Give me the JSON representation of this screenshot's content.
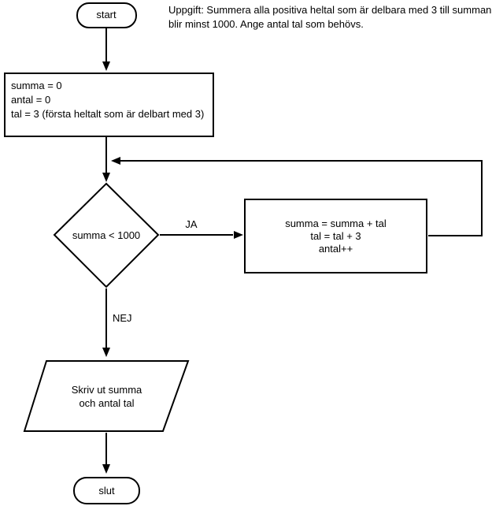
{
  "task_note": {
    "line1": "Uppgift: Summera alla positiva heltal som är delbara med 3 till summan",
    "line2": "blir minst 1000. Ange antal tal som behövs."
  },
  "flowchart": {
    "start": {
      "label": "start"
    },
    "init": {
      "line1": "summa = 0",
      "line2": "antal = 0",
      "line3": "tal = 3 (första heltalt som är delbart med 3)"
    },
    "decision": {
      "condition": "summa < 1000",
      "yes_label": "JA",
      "no_label": "NEJ"
    },
    "loop_body": {
      "line1": "summa = summa + tal",
      "line2": "tal = tal + 3",
      "line3": "antal++"
    },
    "output": {
      "line1": "Skriv ut summa",
      "line2": "och antal tal"
    },
    "end": {
      "label": "slut"
    }
  },
  "colors": {
    "background": "#ffffff",
    "line": "#000000",
    "shape_fill": "#ffffff",
    "text": "#000000"
  }
}
